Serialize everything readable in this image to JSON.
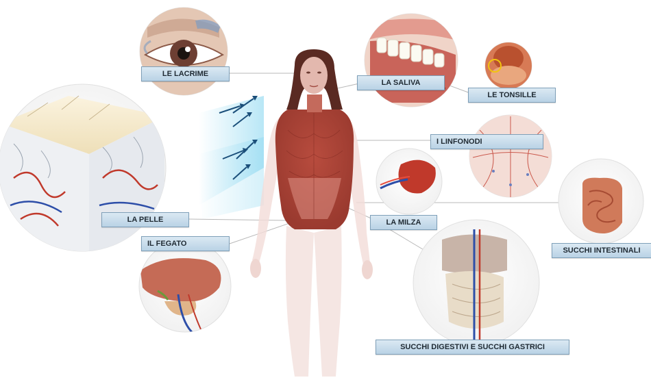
{
  "labels": {
    "tears": "LE LACRIME",
    "saliva": "LA SALIVA",
    "tonsils": "LE TONSILLE",
    "lymph_nodes": "I LINFONODI",
    "skin": "LA PELLE",
    "spleen": "LA MILZA",
    "liver": "IL FEGATO",
    "intestinal_juices": "SUCCHI INTESTINALI",
    "digestive_juices": "SUCCHI DIGESTIVI E SUCCHI GASTRICI"
  },
  "colors": {
    "label_fill": "#c6dbeb",
    "label_border": "#7e9fb8",
    "body_tissue": "#b24a3c",
    "body_translucent": "#f2dcd8",
    "arrow": "#1b4f7a",
    "skin_layer": "#f3e6c6",
    "vessel": "#c0392b",
    "vein": "#2d4ea8"
  },
  "icons": [
    "eye-illustration",
    "mouth-illustration",
    "tonsils-illustration",
    "lymph-nodes-illustration",
    "skin-cross-section-illustration",
    "spleen-illustration",
    "liver-illustration",
    "intestine-illustration",
    "digestive-organs-illustration",
    "human-body-illustration",
    "airflow-arrows-icon"
  ]
}
